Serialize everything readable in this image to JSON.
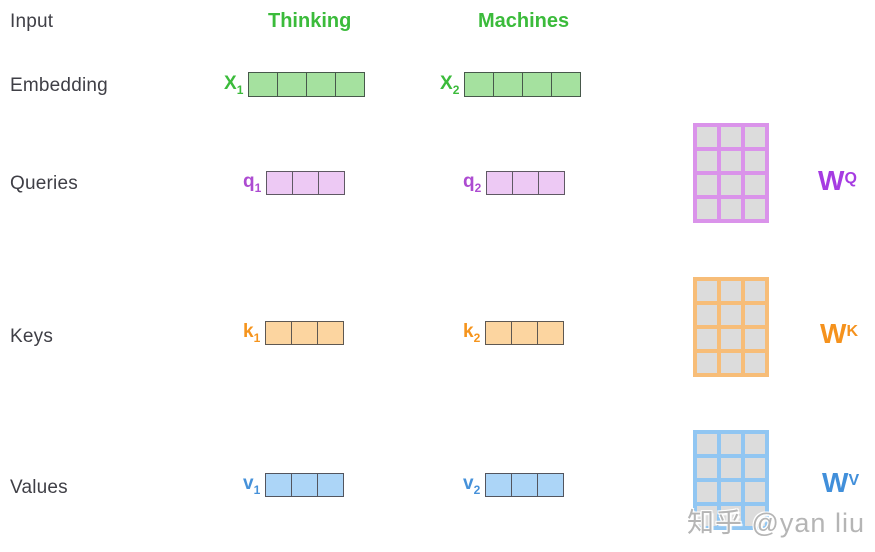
{
  "colors": {
    "green_text": "#3bbb3b",
    "row_label_text": "#3f3f46",
    "matrix_cell_gray": "#dcdcdc",
    "watermark_gray": "#b5b5b5"
  },
  "row_labels": [
    {
      "text": "Input"
    },
    {
      "text": "Embedding"
    },
    {
      "text": "Queries"
    },
    {
      "text": "Keys"
    },
    {
      "text": "Values"
    }
  ],
  "words": [
    {
      "text": "Thinking"
    },
    {
      "text": "Machines"
    }
  ],
  "vectors": [
    {
      "base": "X",
      "sub": "1",
      "cells": 4,
      "label_color": "#3bbb3b",
      "fill": "#a5e19f",
      "border": "#47584b"
    },
    {
      "base": "X",
      "sub": "2",
      "cells": 4,
      "label_color": "#3bbb3b",
      "fill": "#a5e19f",
      "border": "#47584b"
    },
    {
      "base": "q",
      "sub": "1",
      "cells": 3,
      "label_color": "#ad4cd1",
      "fill": "#edc9f4",
      "border": "#5f5964"
    },
    {
      "base": "q",
      "sub": "2",
      "cells": 3,
      "label_color": "#ad4cd1",
      "fill": "#edc9f4",
      "border": "#5f5964"
    },
    {
      "base": "k",
      "sub": "1",
      "cells": 3,
      "label_color": "#f5941d",
      "fill": "#fcd5a0",
      "border": "#5e5852"
    },
    {
      "base": "k",
      "sub": "2",
      "cells": 3,
      "label_color": "#f5941d",
      "fill": "#fcd5a0",
      "border": "#5e5852"
    },
    {
      "base": "v",
      "sub": "1",
      "cells": 3,
      "label_color": "#4691d9",
      "fill": "#acd5f7",
      "border": "#53555e"
    },
    {
      "base": "v",
      "sub": "2",
      "cells": 3,
      "label_color": "#4691d9",
      "fill": "#acd5f7",
      "border": "#53555e"
    }
  ],
  "matrices": [
    {
      "base": "W",
      "sup": "Q",
      "rows": 4,
      "cols": 3,
      "grid_color": "#da93ea",
      "cell_color": "#dcdcdc",
      "label_color": "#a63ce2"
    },
    {
      "base": "W",
      "sup": "K",
      "rows": 4,
      "cols": 3,
      "grid_color": "#f7bd78",
      "cell_color": "#dcdcdc",
      "label_color": "#f5921d"
    },
    {
      "base": "W",
      "sup": "V",
      "rows": 4,
      "cols": 3,
      "grid_color": "#91c6f2",
      "cell_color": "#dcdcdc",
      "label_color": "#418fda"
    }
  ],
  "watermark": "知乎 @yan liu"
}
